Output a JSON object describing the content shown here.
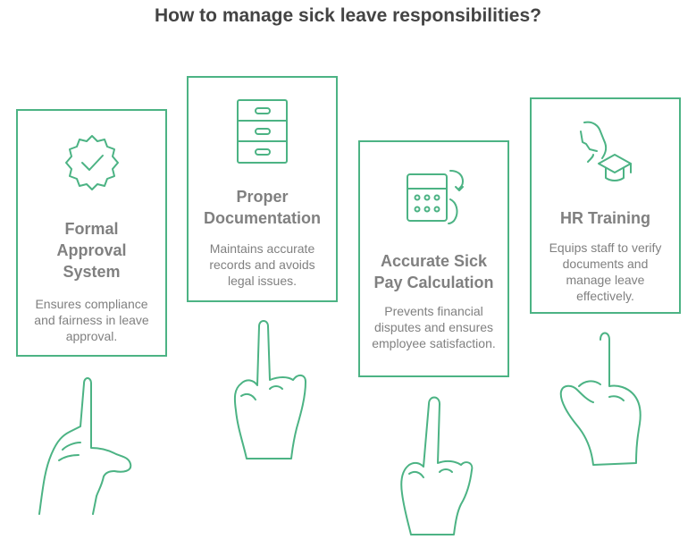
{
  "title": "How to manage sick leave responsibilities?",
  "cards": [
    {
      "title": "Formal\nApproval\nSystem",
      "desc": "Ensures compliance and fairness in leave approval.",
      "icon": "approval-badge-icon"
    },
    {
      "title": "Proper\nDocumentation",
      "desc": "Maintains accurate records and avoids legal issues.",
      "icon": "file-cabinet-icon"
    },
    {
      "title": "Accurate Sick\nPay Calculation",
      "desc": "Prevents financial disputes and ensures employee satisfaction.",
      "icon": "calculator-icon"
    },
    {
      "title": "HR Training",
      "desc": "Equips staff to verify documents and manage leave effectively.",
      "icon": "training-icon"
    }
  ],
  "colors": {
    "accent": "#4cb384",
    "text": "#808080",
    "title": "#444444"
  }
}
